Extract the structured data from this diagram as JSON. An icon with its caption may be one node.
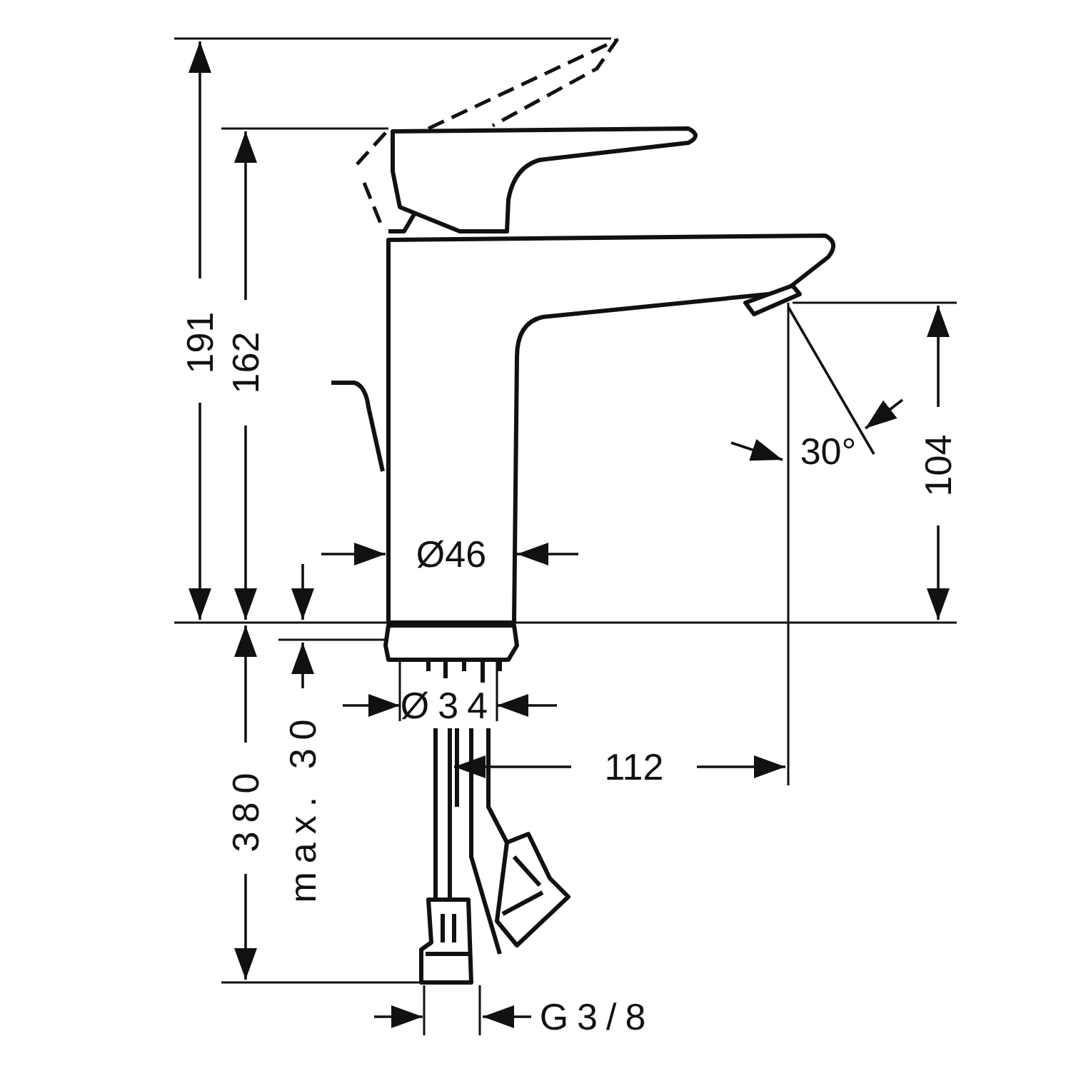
{
  "diagram": {
    "labels": [
      "191",
      "162",
      "30°",
      "104",
      "Ø46",
      "Ø34",
      "112",
      "380",
      "max. 30",
      "G3/8"
    ]
  }
}
